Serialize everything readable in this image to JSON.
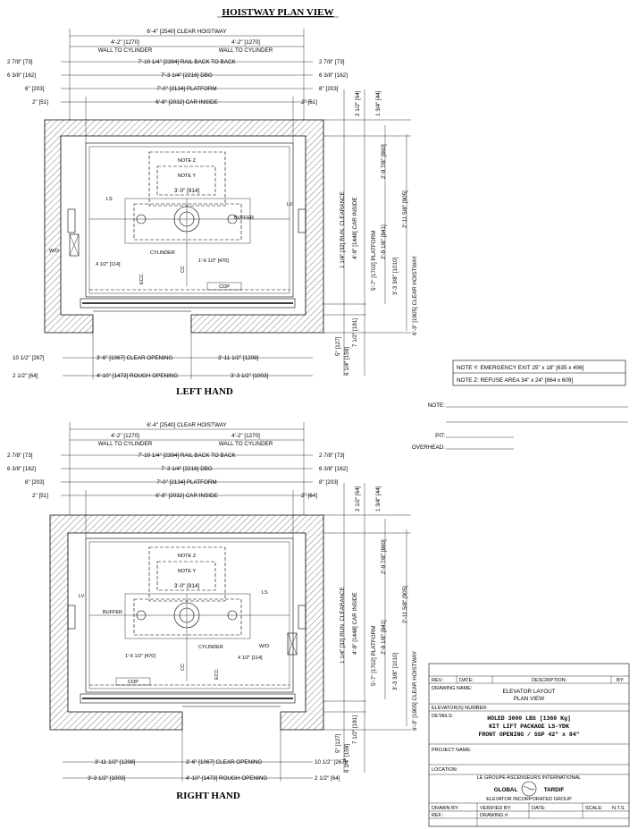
{
  "title": "HOISTWAY PLAN VIEW",
  "plans": [
    {
      "id": "left",
      "label": "LEFT HAND",
      "top_dims": {
        "clear_hoistway": "6'-4\" [2540] CLEAR HOISTWAY",
        "wall_to_cyl_a": "4'-2\" [1270]",
        "wall_to_cyl_a2": "WALL TO CYLINDER",
        "wall_to_cyl_b": "4'-2\" [1270]",
        "wall_to_cyl_b2": "WALL TO CYLINDER",
        "rail_back": "7'-10 1/4\" [2394]  RAIL BACK TO BACK",
        "dbg": "7'-3 1/4\" [2216] DBG",
        "platform": "7'-0\" [2134] PLATFORM",
        "car_inside": "6'-8\" [2032] CAR INSIDE",
        "l1": "2 7/8\" [73]",
        "r1": "2 7/8\" [73]",
        "l2": "6 3/8\" [162]",
        "r2": "6 3/8\" [162]",
        "l3": "6\" [203]",
        "r3": "8\" [203]",
        "l4": "2\" [51]",
        "r4": "2\" [51]"
      },
      "bottom_dims": {
        "left_a": "10 1/2\" [267]",
        "clear_opening": "3'-6\" [1067] CLEAR OPENING",
        "right_a": "3'-11 1/2\" [1208]",
        "left_b": "2 1/2\" [64]",
        "rough_opening": "4'-10\" [1473] ROUGH OPENING",
        "right_b": "3'-3 1/2\" [1003]"
      },
      "side_dims": {
        "a": "2 1/2\" [64]",
        "b": "1 3/4\" [44]",
        "c": "2'-9 7/8\" [860]",
        "d": "2'-11 5/8\" [905]",
        "e": "1 1/4\" [32] RUN. CLEARANCE",
        "f": "4'-9\" [1448] CAR INSIDE",
        "g": "5'-7\" [1702] PLATFORM",
        "h": "6'-3\" [1905] CLEAR HOISTWAY",
        "i": "2'-9 1/8\" [841]",
        "j": "3'-3 3/8\" [1010]",
        "k": "7 1/2\" [191]",
        "l": "5\" [127]",
        "m": "6 1/4\" [159]"
      },
      "inner": {
        "note_z": "NOTE Z",
        "note_y": "NOTE Y",
        "span": "3'-0\" [914]",
        "ls": "LS",
        "lv": "LV",
        "buffer": "BUFFER",
        "cylinder": "CYLINDER",
        "wo": "W/O",
        "offset": "4 1/2\" [114]",
        "cyl_off": "1'-6 1/2\" [470]",
        "cop": "COP",
        "ecc": "ECC.",
        "cc": "CC"
      }
    },
    {
      "id": "right",
      "label": "RIGHT HAND",
      "top_dims": {
        "clear_hoistway": "6'-4\" [2540] CLEAR HOISTWAY",
        "wall_to_cyl_a": "4'-2\" [1270]",
        "wall_to_cyl_a2": "WALL TO CYLINDER",
        "wall_to_cyl_b": "4'-2\" [1270]",
        "wall_to_cyl_b2": "WALL TO CYLINDER",
        "rail_back": "7'-10 1/4\" [2394]  RAIL BACK TO BACK",
        "dbg": "7'-3 1/4\" [2216] DBG",
        "platform": "7'-0\" [2134] PLATFORM",
        "car_inside": "6'-8\" [2032] CAR INSIDE",
        "l1": "2 7/8\" [73]",
        "r1": "2 7/8\" [73]",
        "l2": "6 3/8\" [162]",
        "r2": "6 3/8\" [162]",
        "l3": "6\" [203]",
        "r3": "8\" [203]",
        "l4": "2\" [51]",
        "r4": "2\" [64]"
      },
      "bottom_dims": {
        "left_a": "3'-11 1/2\" [1208]",
        "clear_opening": "3'-6\" [1067] CLEAR OPENING",
        "right_a": "10 1/2\" [267]",
        "left_b": "3'-3 1/2\" [1003]",
        "rough_opening": "4'-10\" [1473] ROUGH OPENING",
        "right_b": "2 1/2\" [64]"
      },
      "side_dims": {
        "a": "2 1/2\" [64]",
        "b": "1 3/4\" [44]",
        "c": "2'-9 7/8\" [860]",
        "d": "2'-11 5/8\" [905]",
        "e": "1 1/4\" [32] RUN. CLEARANCE",
        "f": "4'-9\" [1448] CAR INSIDE",
        "g": "5'-7\" [1702] PLATFORM",
        "h": "6'-3\" [1905] CLEAR HOISTWAY",
        "i": "2'-9 1/8\" [841]",
        "j": "3'-3 3/8\" [1010]",
        "k": "7 1/2\" [191]",
        "l": "5\" [127]",
        "m": "6 1/4\" [159]"
      },
      "inner": {
        "note_z": "NOTE Z",
        "note_y": "NOTE Y",
        "span": "3'-0\" [914]",
        "ls": "LS",
        "lv": "LV",
        "buffer": "BUFFER",
        "cylinder": "CYLINDER",
        "wo": "W/O",
        "offset": "4 1/2\" [114]",
        "cyl_off": "1'-6 1/2\" [470]",
        "cop": "COP",
        "ecc": "ECC.",
        "cc": "CC"
      }
    }
  ],
  "notes": {
    "note_y": "NOTE Y: EMERGENCY EXIT 25\" x 18\" [635 x 406]",
    "note_z": "NOTE Z: REFUSE AREA 34\" x 24\" [864 x 609]",
    "note_label": "NOTE:",
    "pit_label": "PIT:",
    "overhead_label": "OVERHEAD:"
  },
  "title_block": {
    "rev": "REV.:",
    "date": "DATE:",
    "description": "DESCRIPTION:",
    "by": "BY:",
    "drawing_name_label": "DRAWING NAME:",
    "drawing_name_1": "ELEVATOR LAYOUT",
    "drawing_name_2": "PLAN VIEW",
    "elevator_numbers": "ELEVATOR(S) NUMBER:",
    "details": "DETAILS:",
    "detail_1": "HOLED 3000 LBS [1360 Kg]",
    "detail_2": "KIT LIFT PACKAGE LS-YDK",
    "detail_3": "FRONT OPENING / SSP 42\" x 84\"",
    "project_name": "PROJECT NAME:",
    "location": "LOCATION:",
    "company_tagline": "LE GROUPE ASCENSEURS INTERNATIONAL",
    "company_1": "GLOBAL",
    "company_2": "TARDIF",
    "company_sub": "ELEVATOR INCORPORATED GROUP",
    "drawn_by": "DRAWN BY:",
    "verified_by": "VERIFIED BY:",
    "date2": "DATE:",
    "scale": "SCALE:",
    "scale_val": "N.T.S.",
    "ref": "REF.:",
    "drawing_no": "DRAWING #:"
  }
}
